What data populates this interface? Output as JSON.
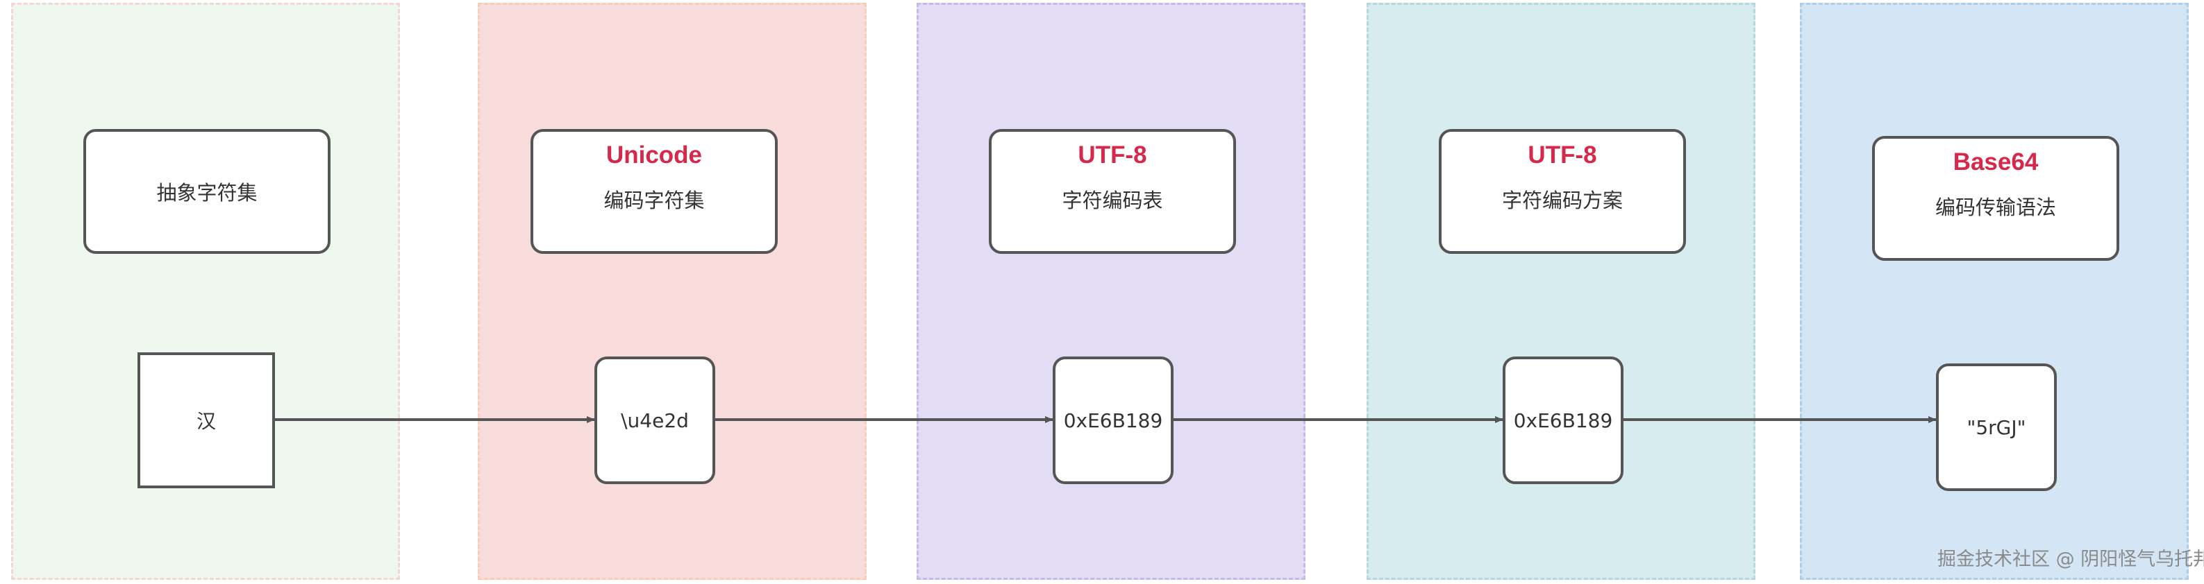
{
  "columns": [
    {
      "title": "",
      "desc": "抽象字符集",
      "node": "汉"
    },
    {
      "title": "Unicode",
      "desc": "编码字符集",
      "node": "\\u4e2d"
    },
    {
      "title": "UTF-8",
      "desc": "字符编码表",
      "node": "0xE6B189"
    },
    {
      "title": "UTF-8",
      "desc": "字符编码方案",
      "node": "0xE6B189"
    },
    {
      "title": "Base64",
      "desc": "编码传输语法",
      "node": "\"5rGJ\""
    }
  ],
  "colors": {
    "title": "#d6284a",
    "border": "#555555",
    "col0": "#eef8ee",
    "col1": "#f8dcdc",
    "col2": "#e2dcf5",
    "col3": "#d6ecee",
    "col4": "#d4e6f5"
  },
  "watermark": "掘金技术社区 @ 阴阳怪气乌托邦"
}
